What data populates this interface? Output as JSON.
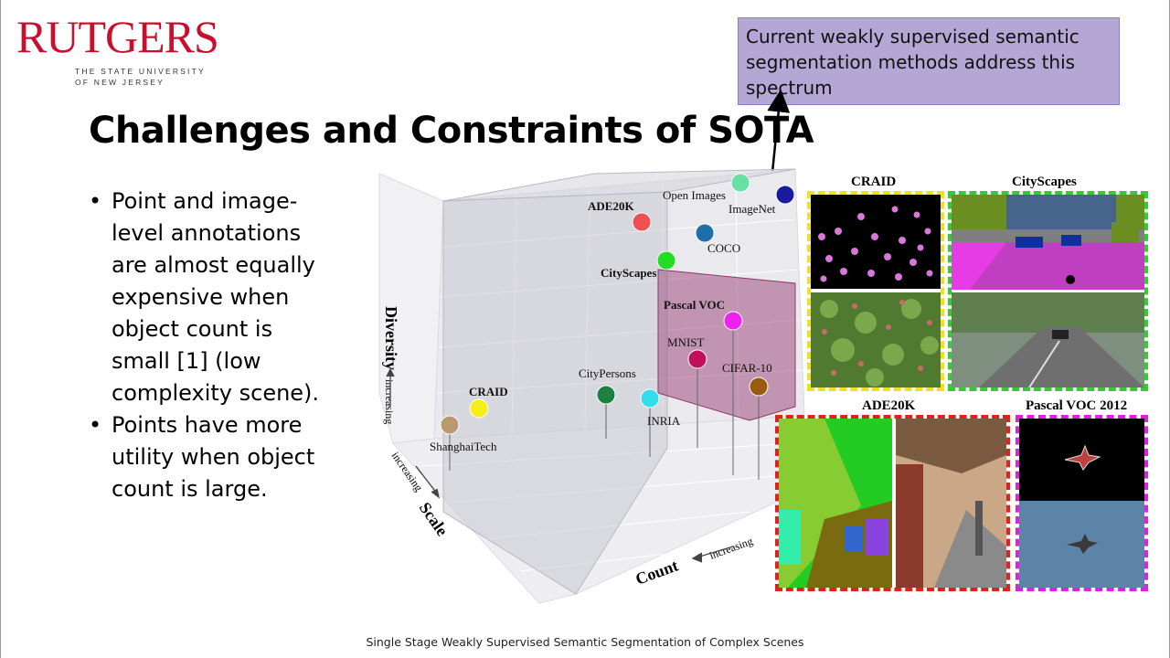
{
  "logo": {
    "name": "RUTGERS",
    "line1": "THE STATE UNIVERSITY",
    "line2": "OF NEW JERSEY",
    "color": "#c8102e"
  },
  "slide": {
    "title": "Challenges and Constraints of SOTA",
    "callout": "Current weakly supervised semantic segmentation methods address this spectrum",
    "bullets": [
      [
        "Point and image-",
        "level annotations",
        "are almost equally",
        "expensive when",
        "object count is",
        "small [1] (low",
        "complexity scene)."
      ],
      [
        "Points have more",
        "utility when object",
        "count is large."
      ]
    ],
    "footer": "Single Stage Weakly Supervised Semantic Segmentation of Complex Scenes"
  },
  "chart_data": {
    "type": "scatter",
    "axes": {
      "z_label": "Diversity",
      "y_label": "Scale",
      "x_label": "Count",
      "direction_label": "increasing"
    },
    "datasets": [
      {
        "name": "Open Images",
        "color": "#66e0a3",
        "bold": false
      },
      {
        "name": "ImageNet",
        "color": "#1a1aa0",
        "bold": false
      },
      {
        "name": "ADE20K",
        "color": "#f05050",
        "bold": true
      },
      {
        "name": "COCO",
        "color": "#1e6fa8",
        "bold": false
      },
      {
        "name": "CityScapes",
        "color": "#22dd22",
        "bold": true
      },
      {
        "name": "Pascal VOC",
        "color": "#ee22ee",
        "bold": true
      },
      {
        "name": "MNIST",
        "color": "#c0105a",
        "bold": false
      },
      {
        "name": "CIFAR-10",
        "color": "#9a5a10",
        "bold": false
      },
      {
        "name": "CityPersons",
        "color": "#1e8040",
        "bold": false
      },
      {
        "name": "INRIA",
        "color": "#33ddee",
        "bold": false
      },
      {
        "name": "CRAID",
        "color": "#f5ee1a",
        "bold": true
      },
      {
        "name": "ShanghaiTech",
        "color": "#b99a70",
        "bold": false
      }
    ]
  },
  "examples": {
    "craid": "CRAID",
    "cityscapes": "CityScapes",
    "ade20k": "ADE20K",
    "pascal": "Pascal VOC 2012"
  }
}
